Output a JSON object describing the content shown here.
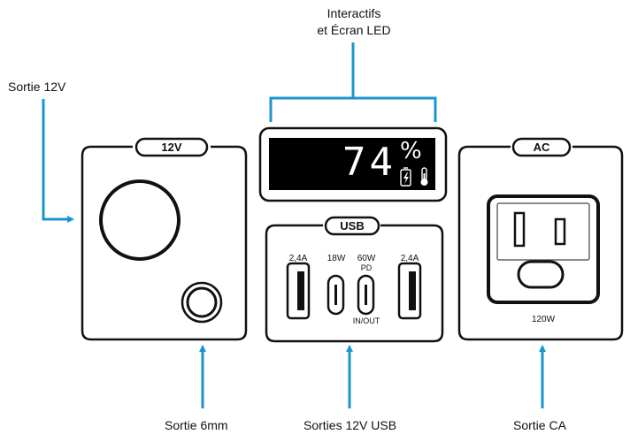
{
  "callouts": {
    "top_line1": "Interactifs",
    "top_line2": "et Écran LED",
    "left": "Sortie 12V",
    "bottom_left": "Sortie 6mm",
    "bottom_center": "Sorties 12V USB",
    "bottom_right": "Sortie CA"
  },
  "panels": {
    "twelve_v": {
      "label": "12V"
    },
    "usb": {
      "label": "USB",
      "ports": [
        {
          "label": "2,4A",
          "type": "usb-a"
        },
        {
          "label": "18W",
          "type": "usb-c"
        },
        {
          "label": "60W",
          "sublabel": "PD",
          "bottom_label": "IN/OUT",
          "type": "usb-c"
        },
        {
          "label": "2,4A",
          "type": "usb-a"
        }
      ]
    },
    "ac": {
      "label": "AC",
      "rating": "120W"
    }
  },
  "display": {
    "value": "74",
    "unit": "%"
  },
  "icons": {
    "battery": "battery-charging-icon",
    "thermometer": "thermometer-icon"
  },
  "colors": {
    "accent": "#1a95cf",
    "outline": "#111111",
    "screen": "#000000"
  }
}
